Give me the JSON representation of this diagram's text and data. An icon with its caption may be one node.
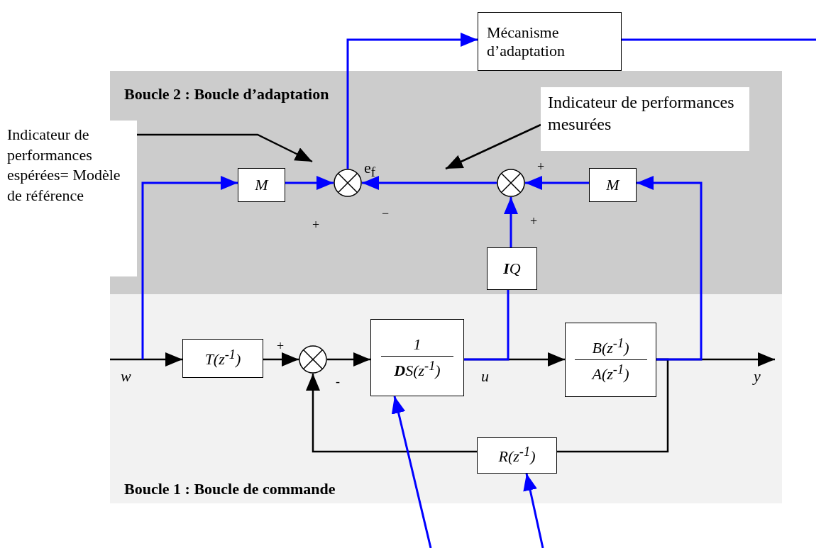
{
  "diagram": {
    "nodes": [
      {
        "text": [
          "Boucle 2 : Boucle d’adaptation"
        ]
      },
      {
        "text": [
          "Boucle 1 : Boucle de commande"
        ]
      },
      {
        "text": [
          "Mécanisme d’adaptation"
        ]
      },
      {
        "text": [
          "M"
        ],
        "in": 0
      },
      {
        "text": [],
        "shape": "circle",
        "in": 0
      },
      {
        "text": [],
        "shape": "circle",
        "in": 0
      },
      {
        "text": [
          "M"
        ],
        "in": 0
      },
      {
        "text": [
          "**I**Q"
        ],
        "in": 0
      },
      {
        "text": [
          "T(z$^{-1}$)"
        ],
        "in": 1
      },
      {
        "text": [],
        "shape": "circle",
        "in": 1
      },
      {
        "text": [
          "1",
          "**D**S(z$^{-1}$)"
        ],
        "in": 1
      },
      {
        "text": [
          "B(z$^{-1}$)",
          "A(z$^{-1}$)"
        ],
        "in": 1
      },
      {
        "text": [
          "R(z$^{-1}$)"
        ],
        "in": 1
      },
      {
        "text": [
          "Indicateur de performances espérées= Modèle de référence"
        ]
      },
      {
        "text": [
          "Indicateur de performances mesurées"
        ],
        "in": 0
      }
    ],
    "edges": [
      {
        "from": null,
        "to": 8,
        "arrow": "to",
        "color": "#000000"
      },
      {
        "from": 8,
        "to": 9,
        "arrow": "to",
        "color": "#000000"
      },
      {
        "from": 9,
        "to": 10,
        "arrow": "to",
        "color": "#000000"
      },
      {
        "from": 10,
        "to": 11,
        "arrow": "to",
        "color": "#000000"
      },
      {
        "from": 11,
        "to": null,
        "arrow": "to",
        "color": "#000000"
      },
      {
        "from": 11,
        "to": 12,
        "arrow": "none",
        "color": "#000000"
      },
      {
        "from": 12,
        "to": 9,
        "arrow": "to",
        "color": "#000000"
      },
      {
        "from": null,
        "to": 3,
        "arrow": "to"
      },
      {
        "from": 3,
        "to": 4,
        "arrow": "to"
      },
      {
        "from": 5,
        "to": 4,
        "arrow": "to"
      },
      {
        "from": 6,
        "to": 5,
        "arrow": "to"
      },
      {
        "from": 11,
        "to": 6,
        "arrow": "to"
      },
      {
        "from": 10,
        "to": 7,
        "arrow": "none"
      },
      {
        "from": 7,
        "to": 5,
        "arrow": "to"
      },
      {
        "from": 4,
        "to": 2,
        "arrow": "to"
      },
      {
        "from": 2,
        "to": null,
        "arrow": "none"
      },
      {
        "from": null,
        "to": 10,
        "arrow": "to"
      },
      {
        "from": null,
        "to": 12,
        "arrow": "to"
      },
      {
        "from": 13,
        "to": null,
        "arrow": "to",
        "color": "#000000"
      },
      {
        "from": 14,
        "to": null,
        "arrow": "to",
        "color": "#000000"
      }
    ],
    "labels": [
      "e$_{f}$",
      "+",
      "−",
      "+",
      "+",
      "+",
      "-",
      "w",
      "u",
      "y"
    ]
  }
}
